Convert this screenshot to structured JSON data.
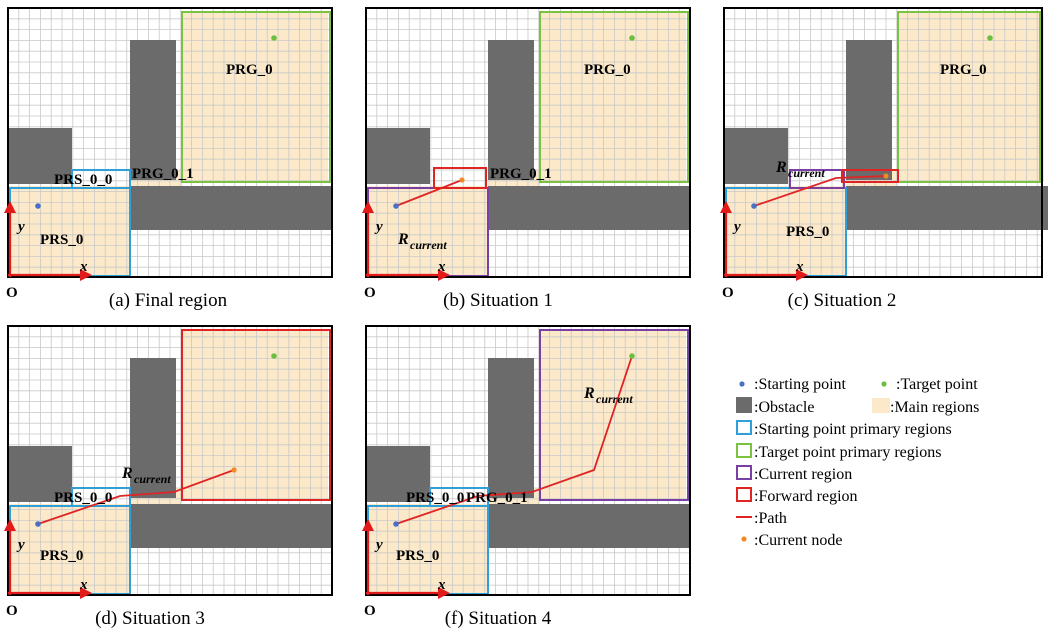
{
  "colors": {
    "grid": "#c9c9c9",
    "obstacle": "#6b6b6b",
    "main": "#fbe9c9",
    "start_primary": "#2f9fd9",
    "target_primary": "#7cc242",
    "current": "#7a3fa3",
    "forward": "#e02424",
    "path": "#e02424",
    "start_point": "#4a6fc4",
    "target_point": "#6cbf3e",
    "node": "#f08a24",
    "axis": "#e31a1a"
  },
  "panels": [
    {
      "id": "a",
      "caption": "(a) Final region",
      "labels": [
        {
          "text": "PRG_0",
          "italic": false
        },
        {
          "text": "PRS_0_0",
          "italic": false
        },
        {
          "text": "PRG_0_1",
          "italic": false
        },
        {
          "text": "PRS_0",
          "italic": false
        }
      ]
    },
    {
      "id": "b",
      "caption": "(b) Situation 1",
      "labels": [
        {
          "text": "PRG_0",
          "italic": false
        },
        {
          "text": "PRG_0_1",
          "italic": false
        },
        {
          "text": "R",
          "sub": "current",
          "italic": true
        }
      ]
    },
    {
      "id": "c",
      "caption": "(c) Situation 2",
      "labels": [
        {
          "text": "PRG_0",
          "italic": false
        },
        {
          "text": "R",
          "sub": "current",
          "italic": true
        },
        {
          "text": "PRS_0",
          "italic": false
        }
      ]
    },
    {
      "id": "d",
      "caption": "(d) Situation 3",
      "labels": [
        {
          "text": "R",
          "sub": "current",
          "italic": true
        },
        {
          "text": "PRS_0_0",
          "italic": false
        },
        {
          "text": "PRS_0",
          "italic": false
        }
      ]
    },
    {
      "id": "f",
      "caption": "(f) Situation 4",
      "labels": [
        {
          "text": "R",
          "sub": "current",
          "italic": true
        },
        {
          "text": "PRS_0_0",
          "italic": false
        },
        {
          "text": "PRG_0_1",
          "italic": false
        },
        {
          "text": "PRS_0",
          "italic": false
        }
      ]
    }
  ],
  "axis": {
    "origin": "O",
    "x": "x",
    "y": "y"
  },
  "legend": [
    {
      "icon": "start-point",
      "label": ":Starting point"
    },
    {
      "icon": "target-point",
      "label": ":Target point"
    },
    {
      "icon": "obstacle",
      "label": ":Obstacle"
    },
    {
      "icon": "main-region",
      "label": ":Main regions"
    },
    {
      "icon": "start-primary",
      "label": ":Starting point primary regions"
    },
    {
      "icon": "target-primary",
      "label": ":Target point primary regions"
    },
    {
      "icon": "current-region",
      "label": ":Current region"
    },
    {
      "icon": "forward-region",
      "label": ":Forward region"
    },
    {
      "icon": "path",
      "label": ":Path"
    },
    {
      "icon": "current-node",
      "label": ":Current node"
    }
  ]
}
